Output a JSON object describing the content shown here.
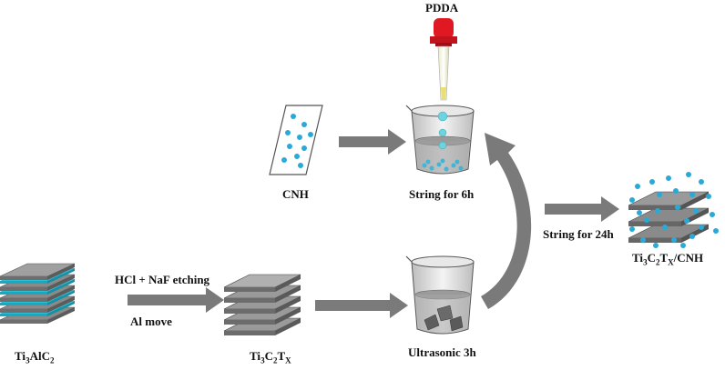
{
  "labels": {
    "pdda": "PDDA",
    "cnh": "CNH",
    "stir6": "String for 6h",
    "stir24": "String for 24h",
    "etching": "HCl + NaF  etching",
    "al_move": "Al  move",
    "ultrasonic": "Ultrasonic 3h",
    "ti3alc2": {
      "a": "Ti",
      "b": "3",
      "c": "AlC",
      "d": "2"
    },
    "ti3c2tx": {
      "a": "Ti",
      "b": "3",
      "c": "C",
      "d": "2",
      "e": "T",
      "f": "X"
    },
    "product": {
      "a": "Ti",
      "b": "3",
      "c": "C",
      "d": "2",
      "e": "T",
      "f": "X",
      "g": "/CNH"
    }
  },
  "colors": {
    "layer_gray": "#7d7d7d",
    "layer_top": "#a9a9a9",
    "cyan_dot": "#2aa9d8",
    "arrow": "#7a7a7a",
    "dropper_red": "#e01822",
    "beaker": "#555555"
  }
}
